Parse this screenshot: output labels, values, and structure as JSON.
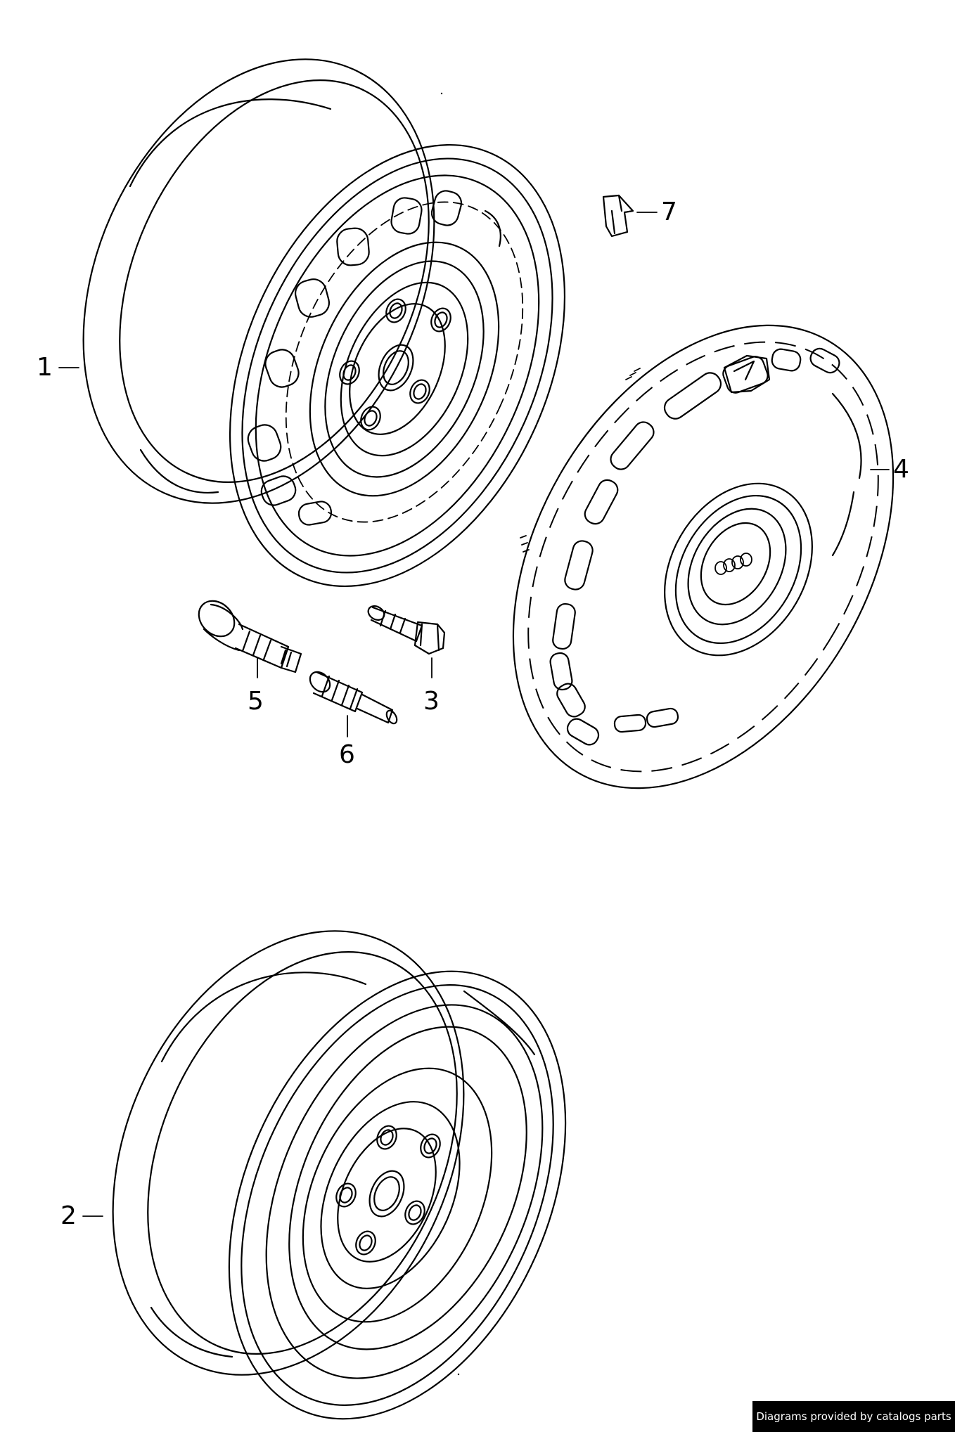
{
  "callouts": {
    "c1": "1",
    "c2": "2",
    "c3": "3",
    "c4": "4",
    "c5": "5",
    "c6": "6",
    "c7": "7"
  },
  "footer": {
    "text": "Diagrams provided by catalogs parts"
  }
}
